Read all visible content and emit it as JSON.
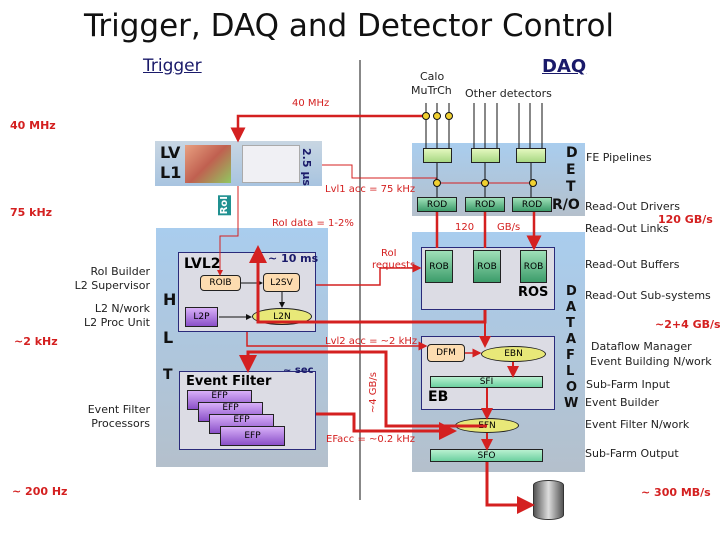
{
  "title": "Trigger, DAQ and Detector Control",
  "trigger_heading": "Trigger",
  "daq_heading": "DAQ",
  "detectors": {
    "calo": "Calo",
    "mutrch": "MuTrCh",
    "other": "Other detectors"
  },
  "rates": {
    "bc_top": "40 MHz",
    "bc_left": "40 MHz",
    "lvl1_left": "75 kHz",
    "lvl2_left": "~2 kHz",
    "ef_left": "~ 200 Hz",
    "lvl1_acc": "Lvl1 acc = 75 kHz",
    "roi_data": "RoI data = 1-2%",
    "roi_requests_1": "RoI",
    "roi_requests_2": "requests",
    "lvl2_acc": "Lvl2 acc = ~2 kHz",
    "eb_bw": "~4 GB/s",
    "ef_acc": "EFacc = ~0.2 kHz",
    "ro_bw_1": "120",
    "ro_bw_2": "GB/s"
  },
  "lvl1": {
    "l1": "LV",
    "l2": "L1",
    "latency": "2.5 µs",
    "roi": "RoI"
  },
  "lvl2": {
    "title": "LVL2",
    "latency": "~ 10 ms",
    "roib": "ROIB",
    "l2sv": "L2SV",
    "l2p": "L2P",
    "l2n": "L2N"
  },
  "hlt_letters": [
    "H",
    "L",
    "T"
  ],
  "ef": {
    "title": "Event Filter",
    "latency": "~ sec",
    "efp": [
      "EFP",
      "EFP",
      "EFP",
      "EFP"
    ]
  },
  "left_labels": {
    "roib": "RoI Builder",
    "l2sv": "L2 Supervisor",
    "l2n": "L2 N/work",
    "l2p": "L2 Proc Unit",
    "efp1": "Event Filter",
    "efp2": "Processors"
  },
  "det_letters": [
    "D",
    "E",
    "T",
    "R/O"
  ],
  "dataflow_letters": [
    "D",
    "A",
    "T",
    "A",
    "F",
    "L",
    "O",
    "W"
  ],
  "daq": {
    "rod": [
      "ROD",
      "ROD",
      "ROD"
    ],
    "rob": [
      "ROB",
      "ROB",
      "ROB"
    ],
    "ros": "ROS",
    "dfm": "DFM",
    "ebn": "EBN",
    "sfi": "SFI",
    "eb": "EB",
    "efn": "EFN",
    "sfo": "SFO"
  },
  "right_labels": {
    "fe": "FE Pipelines",
    "rod": "Read-Out Drivers",
    "ro_bw": "120 GB/s",
    "rol": "Read-Out Links",
    "rob": "Read-Out Buffers",
    "ros": "Read-Out Sub-systems",
    "eb_bw": "~2+4 GB/s",
    "dfm": "Dataflow Manager",
    "ebn": "Event Building N/work",
    "sfi": "Sub-Farm Input",
    "eb": "Event Builder",
    "efn": "Event Filter N/work",
    "sfo": "Sub-Farm Output",
    "out_bw": "~ 300 MB/s"
  },
  "colors": {
    "flow": "#d42020",
    "heading": "#1a1a6a",
    "panel": "#a9cdee"
  }
}
